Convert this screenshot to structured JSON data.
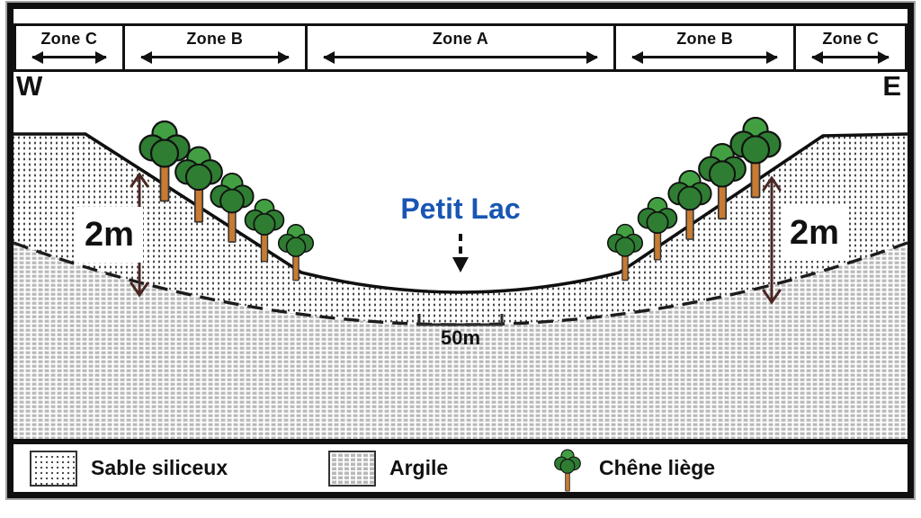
{
  "diagram": {
    "compass": {
      "west": "W",
      "east": "E"
    },
    "zones": [
      {
        "label": "Zone C"
      },
      {
        "label": "Zone B"
      },
      {
        "label": "Zone A"
      },
      {
        "label": "Zone B"
      },
      {
        "label": "Zone C"
      }
    ],
    "lake": {
      "label": "Petit Lac"
    },
    "depth_markers": {
      "left": "2m",
      "right": "2m"
    },
    "scale_bar": {
      "label": "50m"
    },
    "legend": {
      "items": [
        {
          "icon": "sand-pattern-swatch",
          "label": "Sable siliceux"
        },
        {
          "icon": "clay-pattern-swatch",
          "label": "Argile"
        },
        {
          "icon": "cork-oak-tree-icon",
          "label": "Chêne liège"
        }
      ]
    },
    "trees": {
      "left_count": 5,
      "right_count": 5
    },
    "colors": {
      "lake_label_blue": "#1956b4",
      "tree_crown_dark": "#2e7d32",
      "tree_crown_light": "#42a042",
      "tree_trunk": "#c87b32",
      "depth_arrow_brown": "#4a2723"
    }
  }
}
